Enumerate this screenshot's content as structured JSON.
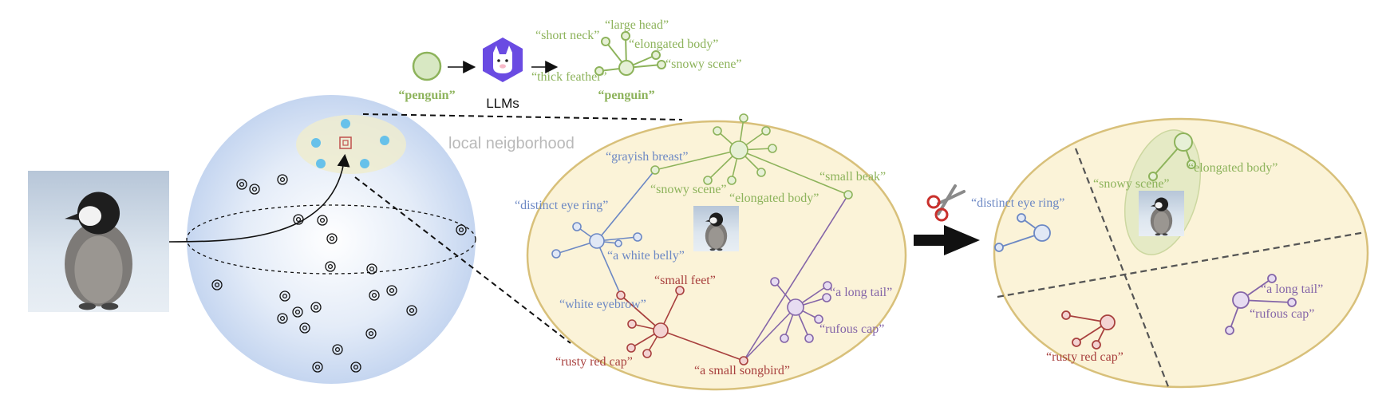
{
  "colors": {
    "green": "#8db35b",
    "blue": "#6c88c4",
    "red": "#a8403e",
    "purple": "#8465a8",
    "sphere": "#c9d8ef",
    "ellipse_fill": "#fbf3d8",
    "ellipse_stroke": "#d8c07a",
    "cyan_dot": "#67c1ea"
  },
  "top": {
    "penguin_label": "“penguin”",
    "llm_label": "LLMs",
    "llm_icon": "llama-logo-icon",
    "attributes": {
      "short_neck": "“short neck”",
      "large_head": "“large head”",
      "elongated_body": "“elongated body”",
      "snowy_scene": "“snowy scene”",
      "thick_feather": "“thick feather”"
    },
    "graph_label": "“penguin”"
  },
  "sphere": {
    "neighborhood_label": "local neigborhood"
  },
  "middle": {
    "labels": {
      "grayish_breast": "“grayish breast”",
      "small_beak": "“small beak”",
      "snowy_scene": "“snowy scene”",
      "elongated_body": "“elongated body”",
      "distinct_eye_ring": "“distinct eye ring”",
      "white_belly": "“a white belly”",
      "small_feet": "“small feet”",
      "white_eyebrow": "“white eyebrow”",
      "long_tail": "“a long tail”",
      "rufous_cap": "“rufous cap”",
      "rusty_red_cap": "“rusty red cap”",
      "small_songbird": "“a small songbird”"
    }
  },
  "right": {
    "scissors_icon": "scissors-icon",
    "labels": {
      "distinct_eye_ring": "“distinct eye ring”",
      "snowy_scene": "“snowy scene”",
      "elongated_body": "“elongated body”",
      "long_tail": "“a long tail”",
      "rufous_cap": "“rufous cap”",
      "rusty_red_cap": "“rusty red cap”"
    }
  }
}
